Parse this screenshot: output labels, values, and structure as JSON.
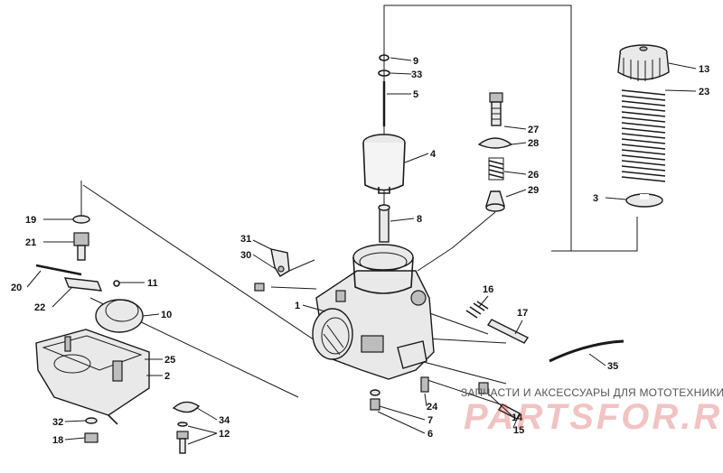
{
  "diagram": {
    "labels": [
      {
        "id": "9",
        "text": "9"
      },
      {
        "id": "33",
        "text": "33"
      },
      {
        "id": "5",
        "text": "5"
      },
      {
        "id": "4",
        "text": "4"
      },
      {
        "id": "8",
        "text": "8"
      },
      {
        "id": "31",
        "text": "31"
      },
      {
        "id": "30",
        "text": "30"
      },
      {
        "id": "1",
        "text": "1"
      },
      {
        "id": "27",
        "text": "27"
      },
      {
        "id": "28",
        "text": "28"
      },
      {
        "id": "26",
        "text": "26"
      },
      {
        "id": "29",
        "text": "29"
      },
      {
        "id": "13",
        "text": "13"
      },
      {
        "id": "23",
        "text": "23"
      },
      {
        "id": "3",
        "text": "3"
      },
      {
        "id": "19",
        "text": "19"
      },
      {
        "id": "21",
        "text": "21"
      },
      {
        "id": "20",
        "text": "20"
      },
      {
        "id": "22",
        "text": "22"
      },
      {
        "id": "11",
        "text": "11"
      },
      {
        "id": "10",
        "text": "10"
      },
      {
        "id": "25",
        "text": "25"
      },
      {
        "id": "2",
        "text": "2"
      },
      {
        "id": "32",
        "text": "32"
      },
      {
        "id": "18",
        "text": "18"
      },
      {
        "id": "34",
        "text": "34"
      },
      {
        "id": "12",
        "text": "12"
      },
      {
        "id": "16",
        "text": "16"
      },
      {
        "id": "17",
        "text": "17"
      },
      {
        "id": "35",
        "text": "35"
      },
      {
        "id": "24",
        "text": "24"
      },
      {
        "id": "7",
        "text": "7"
      },
      {
        "id": "6",
        "text": "6"
      },
      {
        "id": "14",
        "text": "14"
      },
      {
        "id": "15",
        "text": "15"
      }
    ]
  },
  "watermark": {
    "subtitle": "ЗАПЧАСТИ И АКСЕССУАРЫ ДЛЯ МОТОТЕХНИКИ",
    "brand": "PARTSFOR.RU"
  }
}
